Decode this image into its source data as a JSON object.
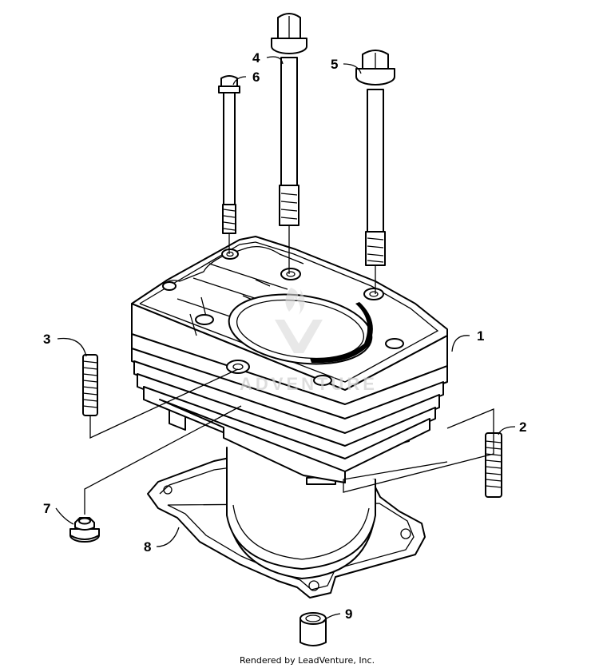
{
  "callouts": [
    {
      "id": "1",
      "label": "1"
    },
    {
      "id": "2",
      "label": "2"
    },
    {
      "id": "3",
      "label": "3"
    },
    {
      "id": "4",
      "label": "4"
    },
    {
      "id": "5",
      "label": "5"
    },
    {
      "id": "6",
      "label": "6"
    },
    {
      "id": "7",
      "label": "7"
    },
    {
      "id": "8",
      "label": "8"
    },
    {
      "id": "9",
      "label": "9"
    }
  ],
  "credit": "Rendered by LeadVenture, Inc.",
  "watermark": "ADVENTURE",
  "colors": {
    "line": "#000000",
    "background": "#ffffff",
    "watermark": "#d9d9d9"
  }
}
